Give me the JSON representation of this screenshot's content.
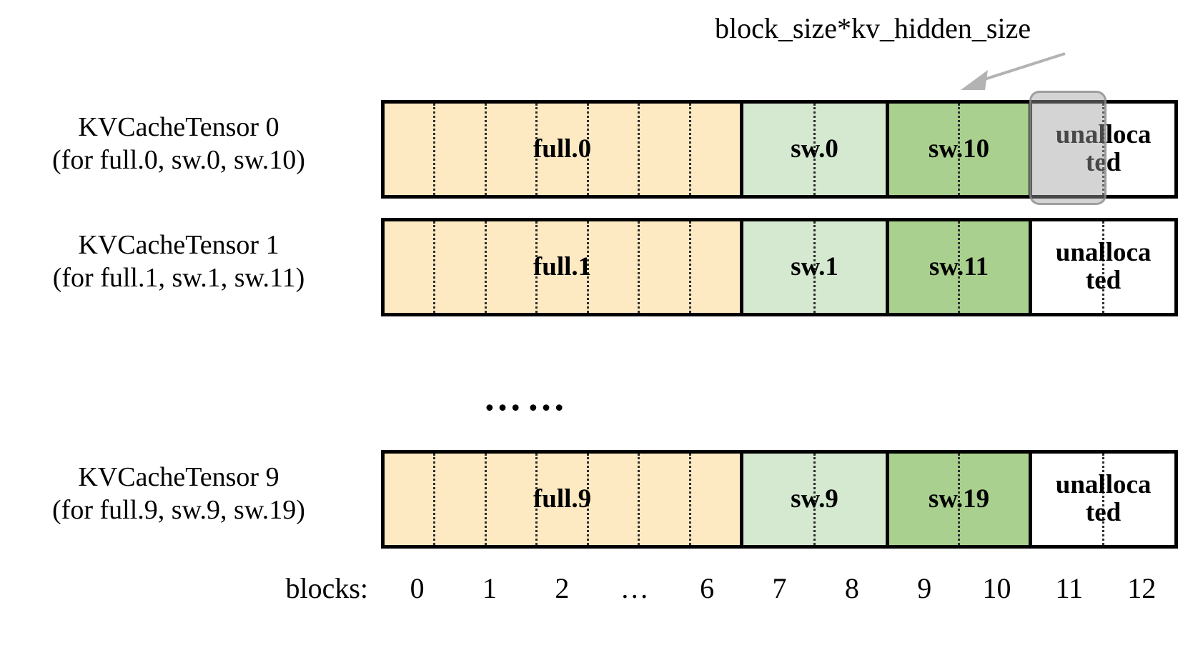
{
  "annotation": {
    "label": "block_size*kv_hidden_size",
    "arrow_icon": "arrow-up-left-icon",
    "points_to": "unallocated-block-11-of-tensor-0"
  },
  "colors": {
    "full": "#fdeac2",
    "sw_light": "#d5e8d0",
    "sw_dark": "#a9d08e",
    "unallocated": "#ffffff",
    "border": "#000000",
    "highlight": "#a0a0a0",
    "tick": "#2b2b2b"
  },
  "rows": [
    {
      "label_line1": "KVCacheTensor 0",
      "label_line2": "(for full.0, sw.0, sw.10)",
      "segments": [
        {
          "name": "full-segment",
          "label": "full.0",
          "color": "#fdeac2",
          "blocks": 7
        },
        {
          "name": "sw-light-segment",
          "label": "sw.0",
          "color": "#d5e8d0",
          "blocks": 2
        },
        {
          "name": "sw-dark-segment",
          "label": "sw.10",
          "color": "#a9d08e",
          "blocks": 2
        },
        {
          "name": "unallocated-segment",
          "label": "unalloca\nted",
          "color": "#ffffff",
          "blocks": 2
        }
      ]
    },
    {
      "label_line1": "KVCacheTensor 1",
      "label_line2": "(for full.1, sw.1, sw.11)",
      "segments": [
        {
          "name": "full-segment",
          "label": "full.1",
          "color": "#fdeac2",
          "blocks": 7
        },
        {
          "name": "sw-light-segment",
          "label": "sw.1",
          "color": "#d5e8d0",
          "blocks": 2
        },
        {
          "name": "sw-dark-segment",
          "label": "sw.11",
          "color": "#a9d08e",
          "blocks": 2
        },
        {
          "name": "unallocated-segment",
          "label": "unalloca\nted",
          "color": "#ffffff",
          "blocks": 2
        }
      ]
    },
    {
      "label_line1": "KVCacheTensor 9",
      "label_line2": "(for full.9, sw.9, sw.19)",
      "segments": [
        {
          "name": "full-segment",
          "label": "full.9",
          "color": "#fdeac2",
          "blocks": 7
        },
        {
          "name": "sw-light-segment",
          "label": "sw.9",
          "color": "#d5e8d0",
          "blocks": 2
        },
        {
          "name": "sw-dark-segment",
          "label": "sw.19",
          "color": "#a9d08e",
          "blocks": 2
        },
        {
          "name": "unallocated-segment",
          "label": "unalloca\nted",
          "color": "#ffffff",
          "blocks": 2
        }
      ]
    }
  ],
  "row_ellipsis": "……",
  "axis": {
    "title": "blocks:",
    "ticks": [
      "0",
      "1",
      "2",
      "…",
      "6",
      "7",
      "8",
      "9",
      "10",
      "11",
      "12"
    ]
  }
}
